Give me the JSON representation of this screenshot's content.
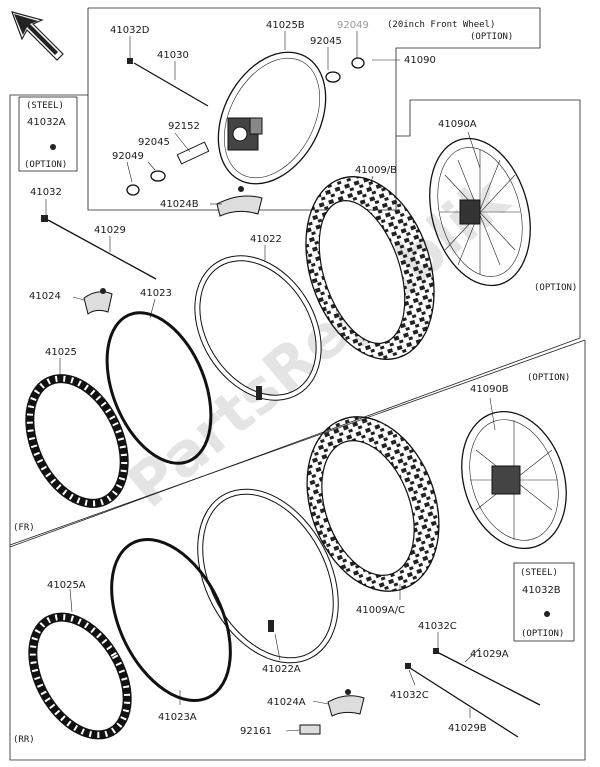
{
  "watermark": "PartsRepublik",
  "front_wheel_option": {
    "header": "(20inch Front Wheel)",
    "option": "(OPTION)"
  },
  "steel_box_top": {
    "steel": "(STEEL)",
    "part": "41032A",
    "option": "(OPTION)"
  },
  "steel_box_bottom": {
    "steel": "(STEEL)",
    "part": "41032B",
    "option": "(OPTION)"
  },
  "option_41090A": {
    "part": "41090A",
    "option": "(OPTION)"
  },
  "option_41090B": {
    "part": "41090B",
    "option": "(OPTION)"
  },
  "section_labels": {
    "front": "(FR)",
    "rear": "(RR)"
  },
  "parts": {
    "p41032D": "41032D",
    "p41030": "41030",
    "p41025B": "41025B",
    "p92049_top": "92049",
    "p92045_top": "92045",
    "p41090": "41090",
    "p92152": "92152",
    "p92045_bot": "92045",
    "p92049_bot": "92049",
    "p41024B": "41024B",
    "p41009B": "41009/B",
    "p41032": "41032",
    "p41029": "41029",
    "p41022": "41022",
    "p41024": "41024",
    "p41023": "41023",
    "p41025": "41025",
    "p41009AC": "41009A/C",
    "p41025A": "41025A",
    "p41023A": "41023A",
    "p41022A": "41022A",
    "p41032C_top": "41032C",
    "p41029A": "41029A",
    "p41024A": "41024A",
    "p41032C_bot": "41032C",
    "p92161": "92161",
    "p41029B": "41029B"
  }
}
